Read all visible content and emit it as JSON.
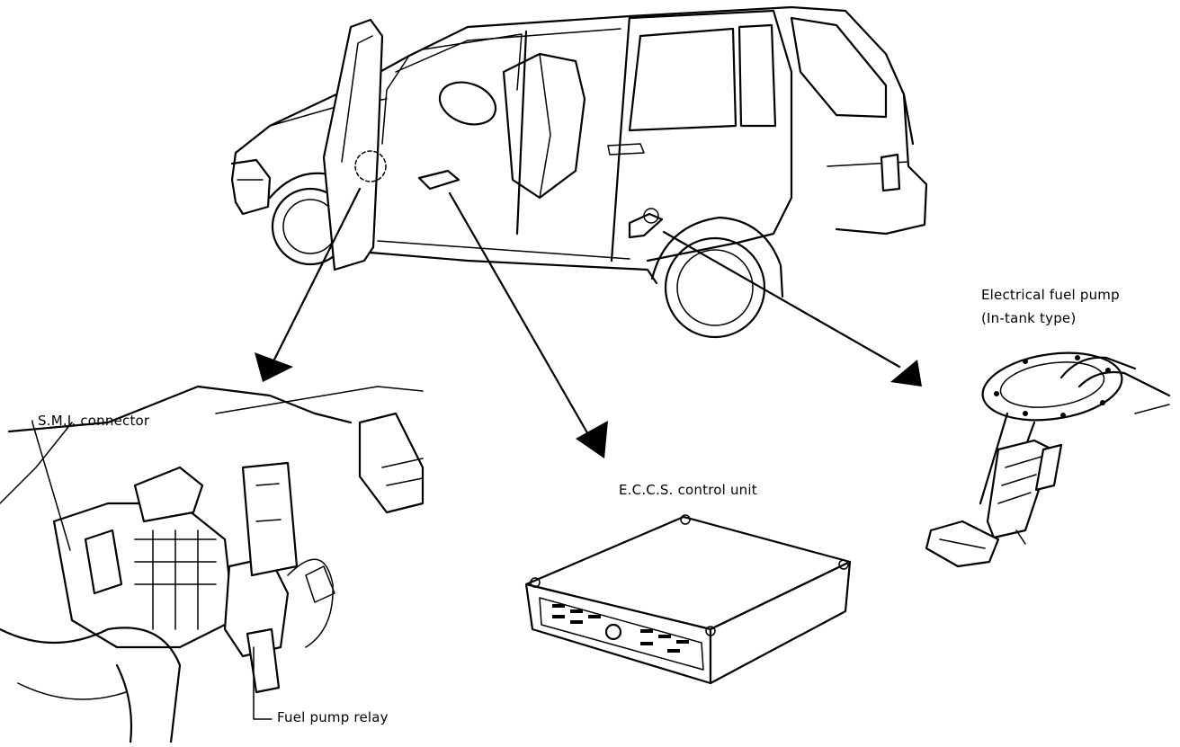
{
  "labels": {
    "smj_connector": "S.M.J. connector",
    "fuel_pump_relay": "Fuel pump relay",
    "eccs_unit": "E.C.C.S. control unit",
    "fuel_pump_line1": "Electrical fuel pump",
    "fuel_pump_line2": "(In-tank type)"
  }
}
